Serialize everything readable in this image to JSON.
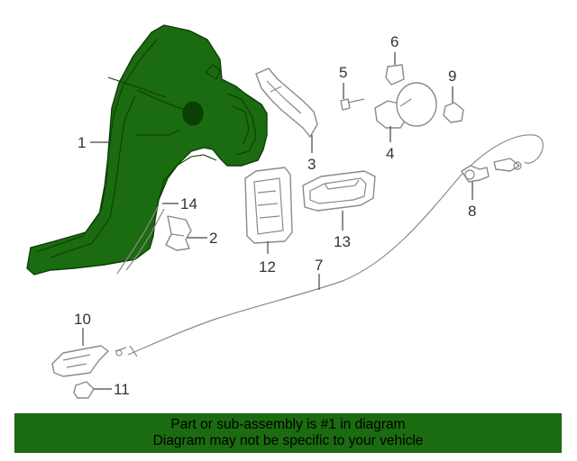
{
  "callouts": {
    "p1": "1",
    "p2": "2",
    "p3": "3",
    "p4": "4",
    "p5": "5",
    "p6": "6",
    "p7": "7",
    "p8": "8",
    "p9": "9",
    "p10": "10",
    "p11": "11",
    "p12": "12",
    "p13": "13",
    "p14": "14"
  },
  "banner": {
    "line1": "Part or sub-assembly is #1 in diagram",
    "line2": "Diagram may not be specific to your vehicle"
  },
  "colors": {
    "highlight": "#1b6b10",
    "outline": "#8a8a8a"
  }
}
